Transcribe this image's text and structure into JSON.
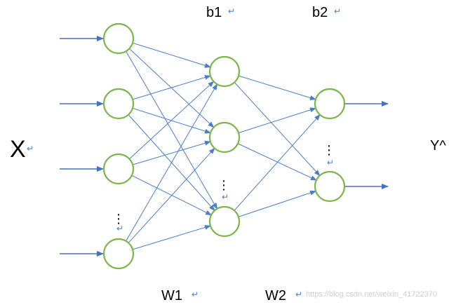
{
  "labels": {
    "x": "X",
    "y": "Y^",
    "b1": "b1",
    "b2": "b2",
    "w1": "W1",
    "w2": "W2",
    "return_mark": "↵",
    "ellipsis": "⋮"
  },
  "watermark": "https://blog.csdn.net/weixin_41722370",
  "colors": {
    "node_stroke": "#7ab648",
    "edge": "#4a7ec7",
    "arrow": "#4472c4",
    "return_mark": "#3d7fd6"
  },
  "icons": {
    "neuron": "circle-node",
    "input_arrow": "arrow-right-icon",
    "output_arrow": "arrow-right-icon",
    "return_mark": "paragraph-return-icon"
  }
}
